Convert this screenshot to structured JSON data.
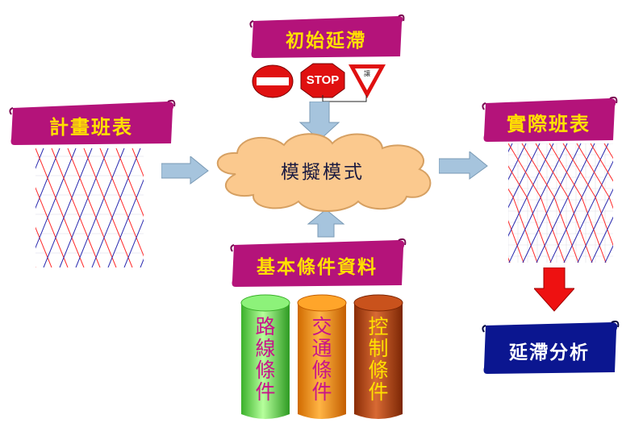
{
  "colors": {
    "banner_purple": "#b4137a",
    "banner_text_yellow": "#ffe000",
    "cloud_fill": "#fbc98e",
    "arrow_blue": "#a6c4dd",
    "arrow_red": "#ee1111",
    "delay_banner_navy": "#0b1690",
    "cylinder_green": "#6fe85b",
    "cylinder_orange": "#ff8c00",
    "cylinder_brown": "#b14010",
    "chart_red": "#ff2a2a",
    "chart_blue": "#2a2ab0"
  },
  "banners": {
    "initial_delay": "初始延滯",
    "planned_timetable": "計畫班表",
    "actual_timetable": "實際班表",
    "basic_conditions": "基本條件資料",
    "delay_analysis": "延滯分析"
  },
  "cloud": {
    "label": "模擬模式"
  },
  "signs": {
    "stop": "STOP",
    "yield": "讓"
  },
  "cylinders": [
    {
      "label": "路線條件"
    },
    {
      "label": "交通條件"
    },
    {
      "label": "控制條件"
    }
  ]
}
